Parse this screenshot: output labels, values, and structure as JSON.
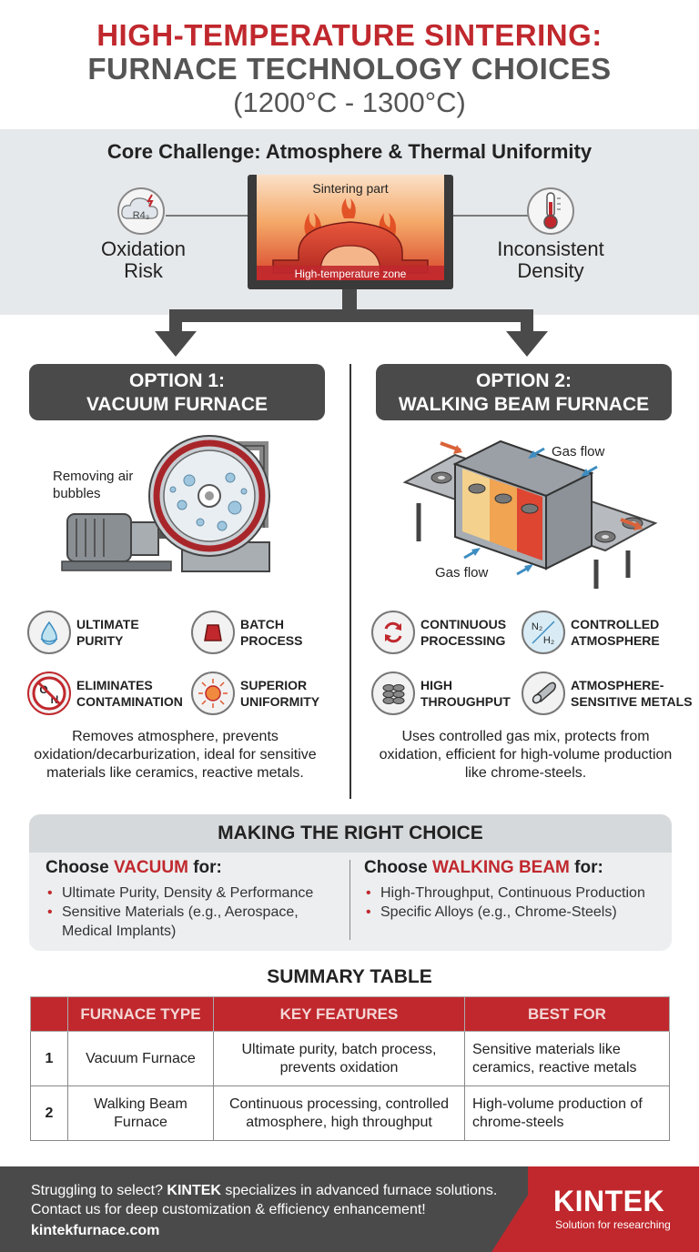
{
  "title": {
    "line1": "HIGH-TEMPERATURE SINTERING:",
    "line2": "FURNACE TECHNOLOGY CHOICES",
    "line3": "(1200°C - 1300°C)"
  },
  "challenge": {
    "title": "Core Challenge: Atmosphere & Thermal Uniformity",
    "left_label": "Oxidation Risk",
    "left_icon_text": "R4₃",
    "right_label": "Inconsistent Density",
    "part_label": "Sintering part",
    "zone_label": "High-temperature zone"
  },
  "option1": {
    "title_line1": "OPTION 1:",
    "title_line2": "VACUUM FURNACE",
    "illustration_label": "Removing air bubbles",
    "features": [
      {
        "label": "ULTIMATE PURITY",
        "icon": "purity-drop-icon"
      },
      {
        "label": "BATCH PROCESS",
        "icon": "batch-crucible-icon"
      },
      {
        "label": "ELIMINATES CONTAMINATION",
        "icon": "no-oxygen-icon"
      },
      {
        "label": "SUPERIOR UNIFORMITY",
        "icon": "sun-uniformity-icon"
      }
    ],
    "no_oxygen_text": "O",
    "no_n_text": "N",
    "description": "Removes atmosphere, prevents oxidation/decarburization, ideal for sensitive materials like ceramics, reactive metals."
  },
  "option2": {
    "title_line1": "OPTION 2:",
    "title_line2": "WALKING BEAM FURNACE",
    "gas_flow_top": "Gas flow",
    "gas_flow_bottom": "Gas flow",
    "features": [
      {
        "label": "CONTINUOUS PROCESSING",
        "icon": "cycle-arrows-icon"
      },
      {
        "label": "CONTROLLED ATMOSPHERE",
        "icon": "gas-mix-icon"
      },
      {
        "label": "HIGH THROUGHPUT",
        "icon": "parts-stack-icon"
      },
      {
        "label": "ATMOSPHERE-SENSITIVE METALS",
        "icon": "metal-roll-icon"
      }
    ],
    "gas_n2": "N₂",
    "gas_h2": "H₂",
    "description": "Uses controlled gas mix, protects from oxidation, efficient for high-volume production like chrome-steels."
  },
  "choice": {
    "heading": "MAKING THE RIGHT CHOICE",
    "vacuum": {
      "prefix": "Choose ",
      "accent": "VACUUM",
      "suffix": " for:",
      "items": [
        "Ultimate Purity, Density & Performance",
        "Sensitive Materials (e.g., Aerospace, Medical Implants)"
      ]
    },
    "walking": {
      "prefix": "Choose ",
      "accent": "WALKING BEAM",
      "suffix": " for:",
      "items": [
        "High-Throughput, Continuous Production",
        "Specific Alloys (e.g., Chrome-Steels)"
      ]
    }
  },
  "summary_table": {
    "title": "SUMMARY TABLE",
    "headers": [
      "",
      "FURNACE TYPE",
      "KEY FEATURES",
      "BEST FOR"
    ],
    "rows": [
      [
        "1",
        "Vacuum Furnace",
        "Ultimate purity, batch process, prevents oxidation",
        "Sensitive materials like ceramics, reactive metals"
      ],
      [
        "2",
        "Walking Beam Furnace",
        "Continuous processing, controlled atmosphere, high throughput",
        "High-volume production of chrome-steels"
      ]
    ]
  },
  "footer": {
    "line1_prefix": "Struggling to select? ",
    "line1_brand": "KINTEK",
    "line1_suffix": " specializes in advanced furnace solutions.",
    "line2": "Contact us for deep customization & efficiency enhancement!",
    "url": "kintekfurnace.com",
    "brand": "KINTEK",
    "tagline": "Solution for researching"
  },
  "colors": {
    "accent_red": "#c0282d",
    "dark_gray": "#4a4a4a",
    "light_panel": "#e6e9eb"
  }
}
